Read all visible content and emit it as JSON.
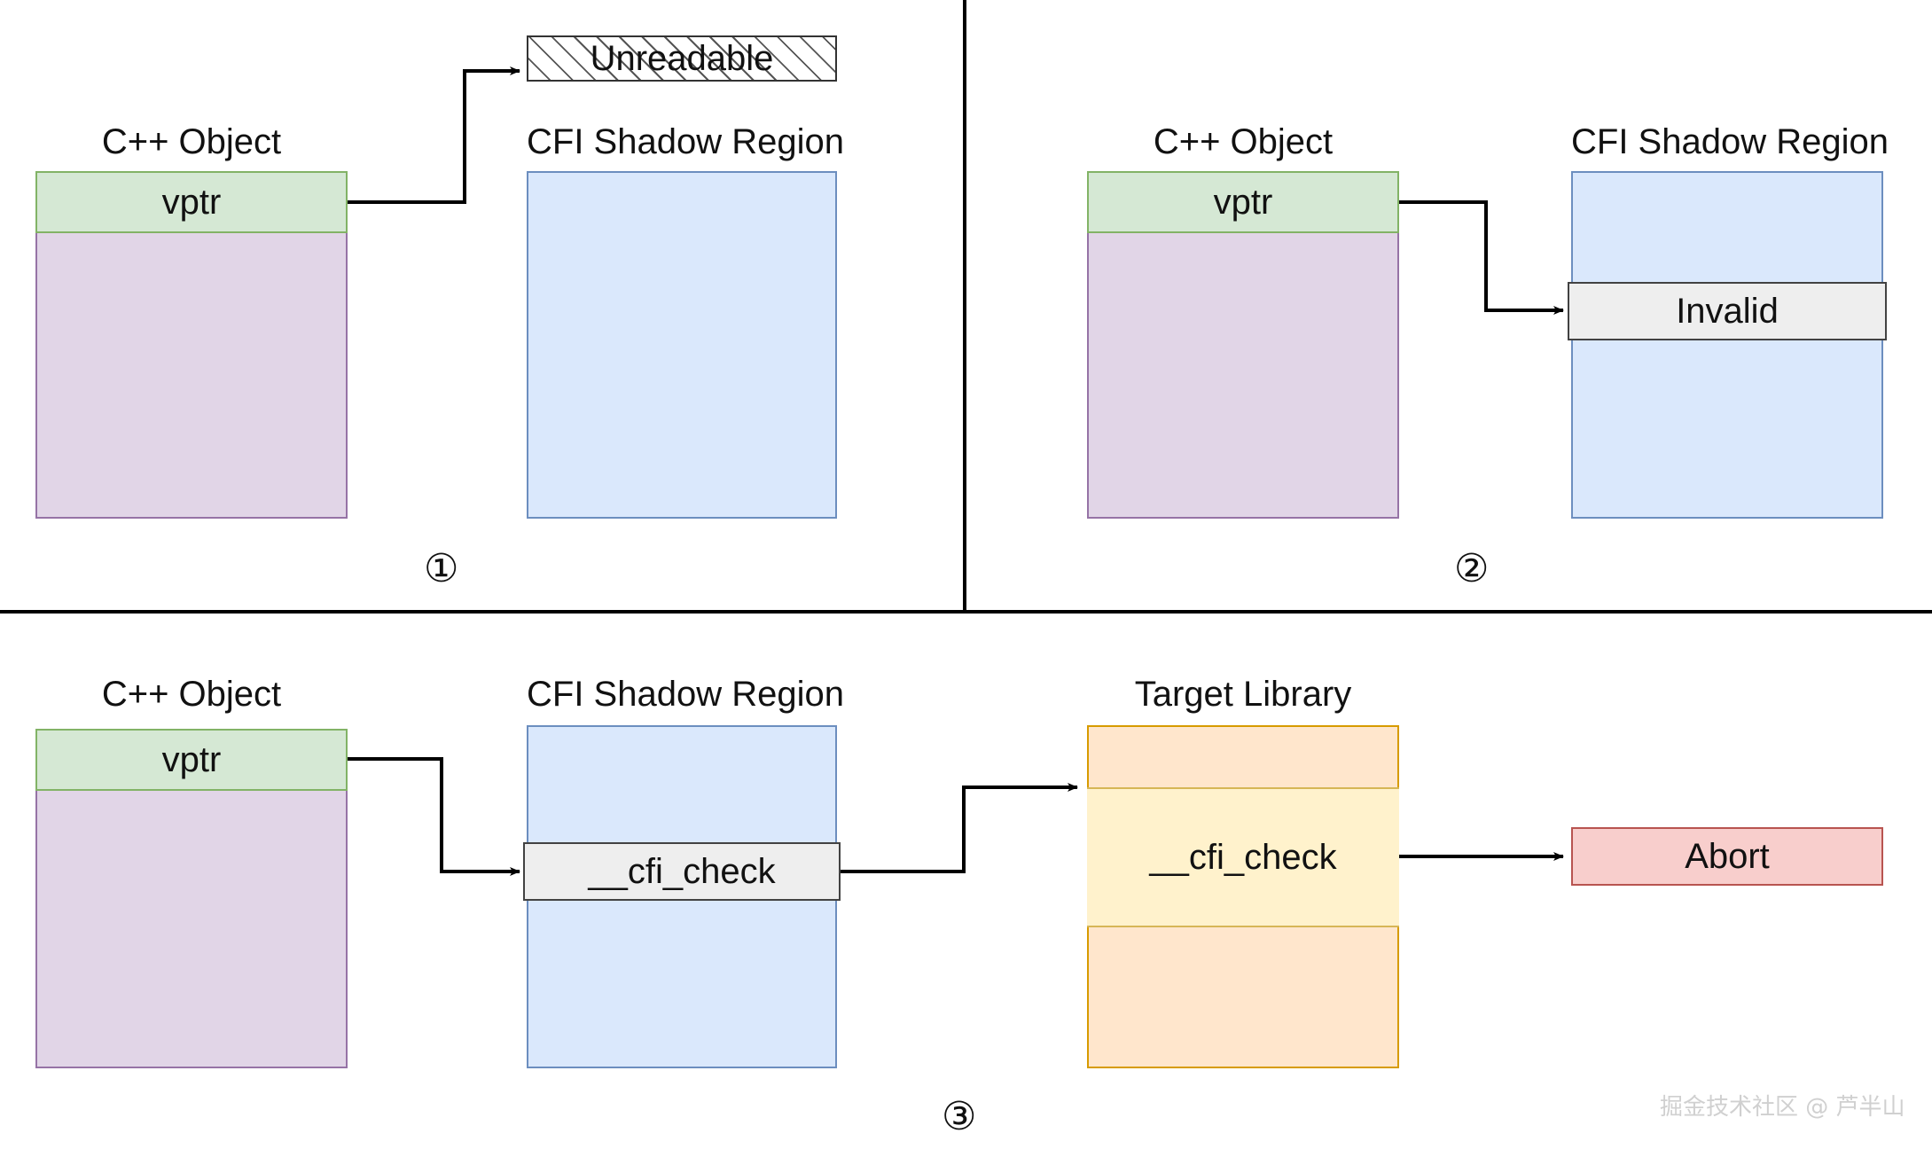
{
  "diagram": {
    "title_text_present": false,
    "panels": [
      {
        "id": "panel-1",
        "number": "①",
        "object_caption": "C++ Object",
        "vptr_label": "vptr",
        "shadow_caption": "CFI Shadow Region",
        "unreadable_label": "Unreadable"
      },
      {
        "id": "panel-2",
        "number": "②",
        "object_caption": "C++ Object",
        "vptr_label": "vptr",
        "shadow_caption": "CFI Shadow Region",
        "invalid_label": "Invalid"
      },
      {
        "id": "panel-3",
        "number": "③",
        "object_caption": "C++ Object",
        "vptr_label": "vptr",
        "shadow_caption": "CFI Shadow Region",
        "shadow_slot_label": "__cfi_check",
        "library_caption": "Target Library",
        "library_slot_label": "__cfi_check",
        "abort_label": "Abort"
      }
    ],
    "watermark": "掘金技术社区 @ 芦半山",
    "colors": {
      "vptr_fill": "#d5e8d4",
      "vptr_stroke": "#82b366",
      "object_fill": "#e1d5e7",
      "object_stroke": "#9673a6",
      "shadow_fill": "#dae8fc",
      "shadow_stroke": "#6c8ebf",
      "slot_fill": "#eeeeee",
      "slot_stroke": "#424242",
      "library_fill": "#ffe6cc",
      "library_stroke": "#d79b00",
      "library_mid_fill": "#fff2cc",
      "library_mid_stroke": "#d6b656",
      "abort_fill": "#f8cecc",
      "abort_stroke": "#b85450",
      "arrow_stroke": "#000000",
      "divider_stroke": "#000000",
      "watermark_color": "#d0d0d0"
    }
  }
}
